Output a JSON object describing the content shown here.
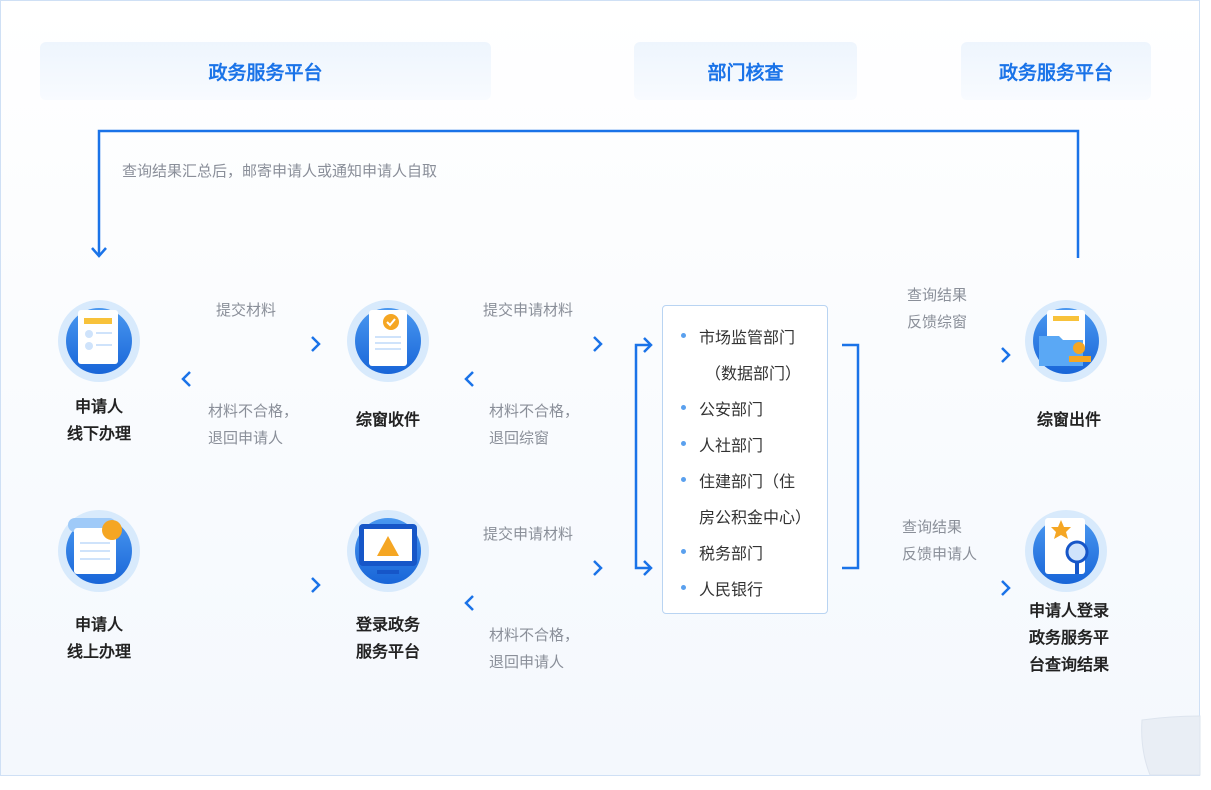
{
  "headers": [
    "政务服务平台",
    "部门核查",
    "政务服务平台"
  ],
  "loop_text": "查询结果汇总后，邮寄申请人或通知申请人自取",
  "nodes": {
    "offline": [
      "申请人",
      "线下办理"
    ],
    "reception": "综窗收件",
    "online": [
      "申请人",
      "线上办理"
    ],
    "login": [
      "登录政务",
      "服务平台"
    ],
    "issue": "综窗出件",
    "query": [
      "申请人登录",
      "政务服务平",
      "台查询结果"
    ]
  },
  "edges": {
    "submit_materials": "提交材料",
    "reject1": [
      "材料不合格，",
      "退回申请人"
    ],
    "submit_app1": "提交申请材料",
    "reject2": [
      "材料不合格，",
      "退回综窗"
    ],
    "submit_app2": "提交申请材料",
    "reject3": [
      "材料不合格，",
      "退回申请人"
    ],
    "feedback_window": [
      "查询结果",
      "反馈综窗"
    ],
    "feedback_applicant": [
      "查询结果",
      "反馈申请人"
    ]
  },
  "departments": [
    "市场监管部门",
    "（数据部门）",
    "公安部门",
    "人社部门",
    "住建部门（住",
    "房公积金中心）",
    "税务部门",
    "人民银行"
  ],
  "colors": {
    "accent": "#1a73e8",
    "text_gray": "#8a8f99"
  }
}
